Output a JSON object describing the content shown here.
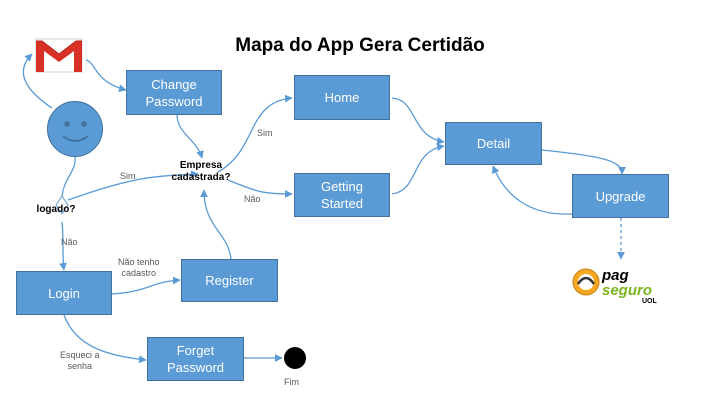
{
  "title": "Mapa do App Gera Certidão",
  "nodes": {
    "change_password": "Change\nPassword",
    "home": "Home",
    "getting_started": "Getting\nStarted",
    "detail": "Detail",
    "upgrade": "Upgrade",
    "login": "Login",
    "register": "Register",
    "forget_password": "Forget\nPassword"
  },
  "decisions": {
    "empresa": "Empresa\ncadastrada?",
    "logado": "logado?"
  },
  "edge_labels": {
    "sim_home": "Sim",
    "nao_getting_started": "Não",
    "sim_logado": "Sim",
    "nao_login": "Não",
    "nao_tenho_cadastro": "Não tenho\ncadastro",
    "esqueci_senha": "Esqueci a\nsenha",
    "fim": "Fim"
  },
  "logos": {
    "gmail": "gmail-icon",
    "pagseguro_pag": "pag",
    "pagseguro_seguro": "seguro",
    "pagseguro_uol": "UOL"
  },
  "colors": {
    "node_fill": "#5b9bd5",
    "node_border": "#41719c",
    "edge": "#5b9bd5",
    "gmail_red": "#d93025",
    "pagseguro_orange": "#f7a823",
    "pagseguro_green": "#7ab51d"
  }
}
